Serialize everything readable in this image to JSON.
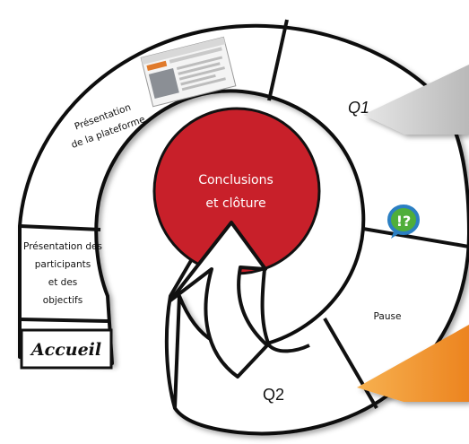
{
  "diagram": {
    "center_label_line1": "Conclusions",
    "center_label_line2": "et clôture",
    "segments": {
      "accueil": "Accueil",
      "participants": [
        "Présentation des",
        "participants",
        "et des",
        "objectifs"
      ],
      "plateforme": [
        "Présentation",
        "de la plateforme"
      ],
      "q1": "Q1",
      "pause": "Pause",
      "q2": "Q2"
    },
    "icons": {
      "platform_screenshot": "website-screenshot-thumbnail",
      "faq": "question-exclamation-bubble-icon"
    },
    "colors": {
      "center_fill": "#c8202a",
      "outline": "#111111",
      "paper": "#ffffff",
      "callout_gray": "#c9c9c9",
      "callout_orange": "#f39a2e",
      "icon_green": "#4fae3a",
      "icon_blue": "#2b7fc2"
    }
  }
}
